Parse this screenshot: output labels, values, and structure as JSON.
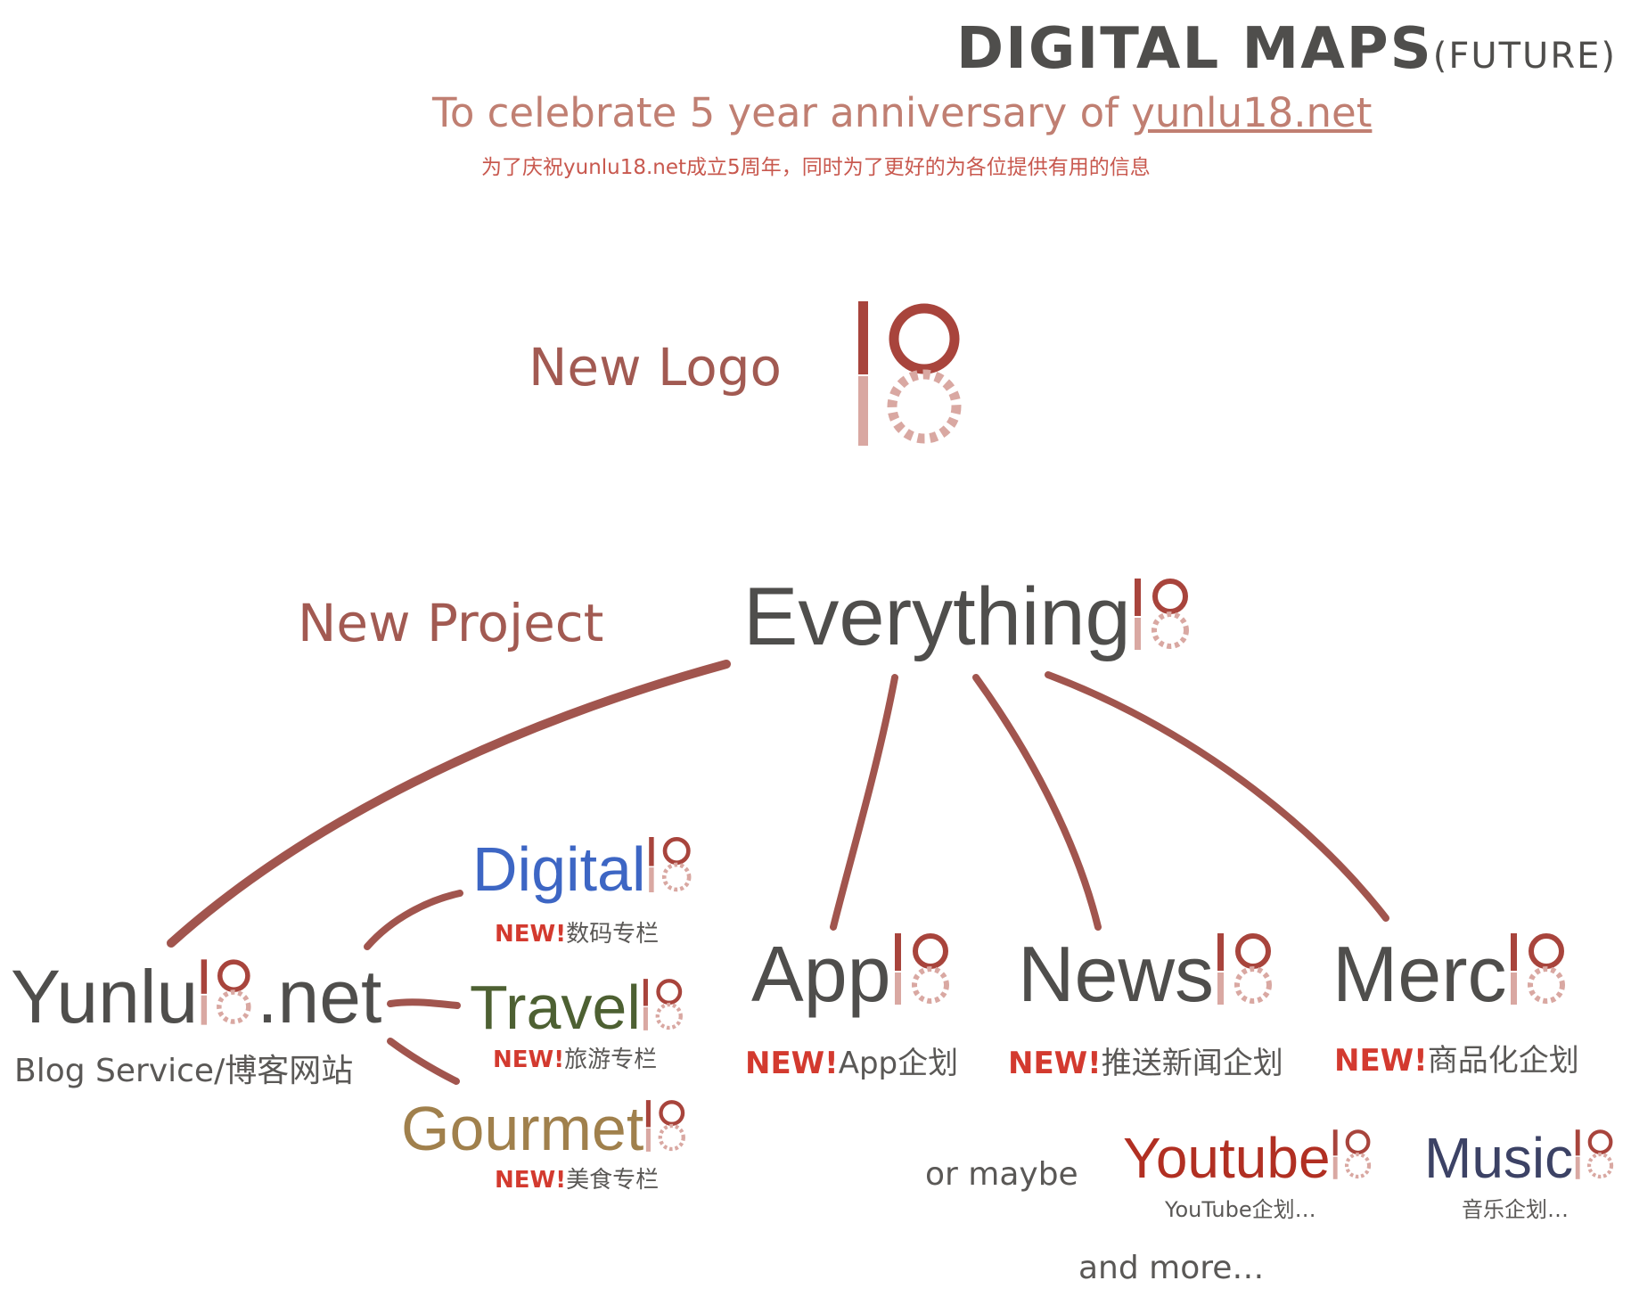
{
  "header": {
    "title": "DIGITAL MAPS",
    "title_paren": "(FUTURE)",
    "subtitle_prefix": "To celebrate 5 year anniversary of ",
    "subtitle_link": "yunlu18.net",
    "subtitle_cn": "为了庆祝yunlu18.net成立5周年，同时为了更好的为各位提供有用的信息"
  },
  "labels": {
    "new_logo": "New Logo",
    "new_project": "New Project"
  },
  "logo_mark": "18",
  "root": {
    "name": "Everything"
  },
  "nodes": {
    "yunlu": {
      "name_prefix": "Yunlu",
      "name_suffix": ".net",
      "subtitle": "Blog Service/博客网站"
    },
    "app": {
      "name": "App",
      "badge": "NEW!",
      "caption": "App企划"
    },
    "news": {
      "name": "News",
      "badge": "NEW!",
      "caption": "推送新闻企划"
    },
    "merc": {
      "name": "Merc",
      "badge": "NEW!",
      "caption": "商品化企划"
    },
    "digital": {
      "name": "Digital",
      "badge": "NEW!",
      "caption": "数码专栏"
    },
    "travel": {
      "name": "Travel",
      "badge": "NEW!",
      "caption": "旅游专栏"
    },
    "gourmet": {
      "name": "Gourmet",
      "badge": "NEW!",
      "caption": "美食专栏"
    },
    "youtube": {
      "name": "Youtube",
      "caption": "YouTube企划…"
    },
    "music": {
      "name": "Music",
      "caption": "音乐企划…"
    }
  },
  "footer": {
    "or_maybe": "or maybe",
    "and_more": "and more…"
  },
  "colors": {
    "stroke": "#a1554e",
    "logo": "#a8443c",
    "digital": "#3d66c4",
    "travel": "#4d6032",
    "gourmet": "#a0804c",
    "youtube": "#b12f22",
    "music": "#3c4265",
    "new_badge": "#d33a2f"
  }
}
